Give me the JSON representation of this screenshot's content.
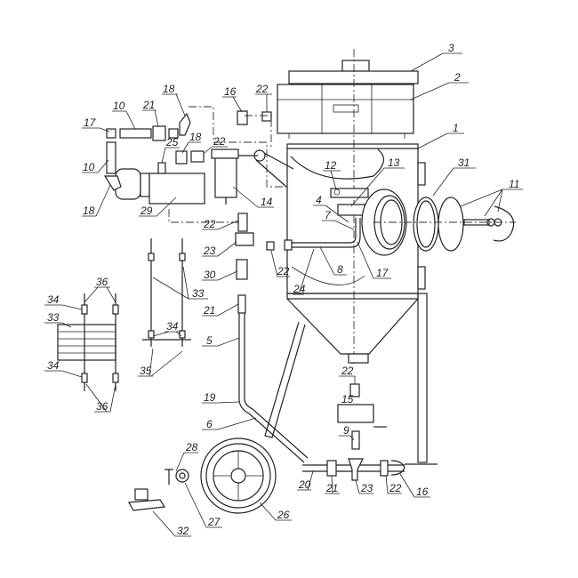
{
  "title": "Sandblasting machine exploded assembly drawing",
  "callouts": [
    "3",
    "2",
    "1",
    "31",
    "11",
    "13",
    "12",
    "4",
    "7",
    "17",
    "8",
    "24",
    "22",
    "18",
    "16",
    "22",
    "17",
    "10",
    "21",
    "10",
    "18",
    "25",
    "18",
    "22",
    "29",
    "14",
    "22",
    "23",
    "30",
    "33",
    "21",
    "5",
    "19",
    "6",
    "36",
    "34",
    "33",
    "34",
    "35",
    "34",
    "36",
    "22",
    "15",
    "9",
    "28",
    "20",
    "21",
    "23",
    "22",
    "16",
    "27",
    "26",
    "32"
  ]
}
